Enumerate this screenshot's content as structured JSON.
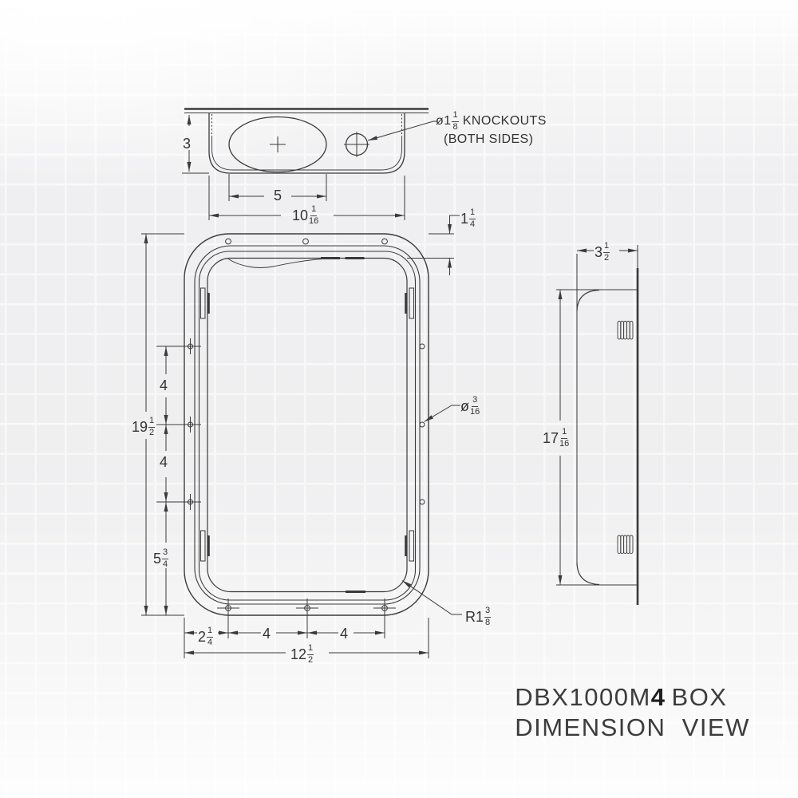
{
  "colors": {
    "line": "#3a3a3a",
    "dim_text": "#333333",
    "title_text": "#3c3c3c",
    "bg_tile": "#ececee",
    "bg_gap": "#f7f7f8"
  },
  "top_view": {
    "depth": {
      "whole": "3"
    },
    "cutout_width": {
      "whole": "5"
    },
    "overall_width": {
      "whole": "10",
      "num": "1",
      "den": "16"
    },
    "knockouts": {
      "prefix": "ø1",
      "num": "1",
      "den": "8",
      "suffix": " KNOCKOUTS",
      "line2": "(BOTH SIDES)"
    }
  },
  "front_view": {
    "flange_to_opening": {
      "whole": "1",
      "num": "1",
      "den": "4"
    },
    "overall_height": {
      "whole": "19",
      "num": "1",
      "den": "2"
    },
    "side_hole_spacing_upper": {
      "whole": "4"
    },
    "side_hole_spacing_lower": {
      "whole": "4"
    },
    "side_hole_bottom_margin": {
      "whole": "5",
      "num": "3",
      "den": "4"
    },
    "bottom_hole_offset": {
      "whole": "2",
      "num": "1",
      "den": "4"
    },
    "bottom_hole_spacing_left": {
      "whole": "4"
    },
    "bottom_hole_spacing_right": {
      "whole": "4"
    },
    "overall_width": {
      "whole": "12",
      "num": "1",
      "den": "2"
    },
    "hole_diameter": {
      "prefix": "ø",
      "num": "3",
      "den": "16"
    },
    "corner_radius": {
      "prefix": "R1",
      "num": "3",
      "den": "8"
    }
  },
  "side_view": {
    "depth": {
      "whole": "3",
      "num": "1",
      "den": "2"
    },
    "height": {
      "whole": "17",
      "num": "1",
      "den": "16"
    }
  },
  "title": {
    "line1_part1": "DBX1000M",
    "line1_bold": "4",
    "line1_part2": "BOX",
    "line2": "DIMENSION  VIEW"
  }
}
